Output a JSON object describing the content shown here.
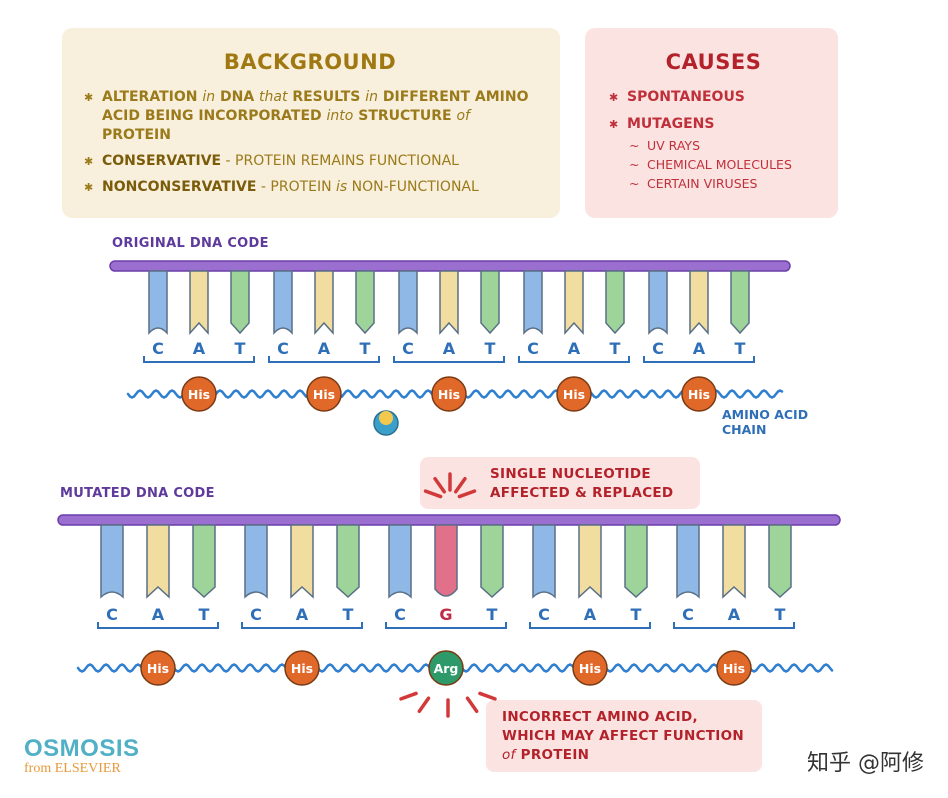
{
  "background": {
    "title": "BACKGROUND",
    "item1_a": "ALTERATION ",
    "item1_b": "in",
    "item1_c": " DNA ",
    "item1_d": "that",
    "item1_e": " RESULTS ",
    "item1_f": "in",
    "item1_g": " DIFFERENT AMINO ACID BEING INCORPORATED ",
    "item1_h": "into",
    "item1_i": " STRUCTURE ",
    "item1_j": "of",
    "item1_k": " PROTEIN",
    "item2_term": "CONSERVATIVE",
    "item2_rest": " - PROTEIN REMAINS FUNCTIONAL",
    "item3_term": "NONCONSERVATIVE",
    "item3_rest1": " - PROTEIN ",
    "item3_is": "is",
    "item3_rest2": " NON-FUNCTIONAL"
  },
  "causes": {
    "title": "CAUSES",
    "item1": "SPONTANEOUS",
    "item2": "MUTAGENS",
    "sub": [
      "UV RAYS",
      "CHEMICAL MOLECULES",
      "CERTAIN VIRUSES"
    ]
  },
  "original": {
    "label": "ORIGINAL DNA CODE",
    "codons": [
      [
        "C",
        "A",
        "T"
      ],
      [
        "C",
        "A",
        "T"
      ],
      [
        "C",
        "A",
        "T"
      ],
      [
        "C",
        "A",
        "T"
      ],
      [
        "C",
        "A",
        "T"
      ]
    ],
    "amino_acids": [
      "His",
      "His",
      "His",
      "His",
      "His"
    ],
    "chain_label_1": "AMINO ACID",
    "chain_label_2": "CHAIN"
  },
  "mutated": {
    "label": "MUTATED DNA CODE",
    "codons": [
      [
        "C",
        "A",
        "T"
      ],
      [
        "C",
        "A",
        "T"
      ],
      [
        "C",
        "G",
        "T"
      ],
      [
        "C",
        "A",
        "T"
      ],
      [
        "C",
        "A",
        "T"
      ]
    ],
    "amino_acids": [
      "His",
      "His",
      "Arg",
      "His",
      "His"
    ],
    "note_nucleotide_1": "SINGLE NUCLEOTIDE",
    "note_nucleotide_2": "AFFECTED & REPLACED",
    "note_amino_1": "INCORRECT AMINO ACID,",
    "note_amino_2": "WHICH MAY AFFECT FUNCTION",
    "note_amino_3a": "of",
    "note_amino_3b": " PROTEIN"
  },
  "colors": {
    "backbone": "#9b6fd0",
    "C": "#8fb8e6",
    "A": "#f1dda0",
    "T": "#9ed49a",
    "G": "#e1708a",
    "his": "#e0692a",
    "arg": "#2e9a6a",
    "chain": "#2f7fd0",
    "letter": "#2f6fb7"
  },
  "branding": {
    "logo": "OSMOSIS",
    "logo_sub": "from ELSEVIER",
    "watermark": "知乎 @阿修"
  }
}
